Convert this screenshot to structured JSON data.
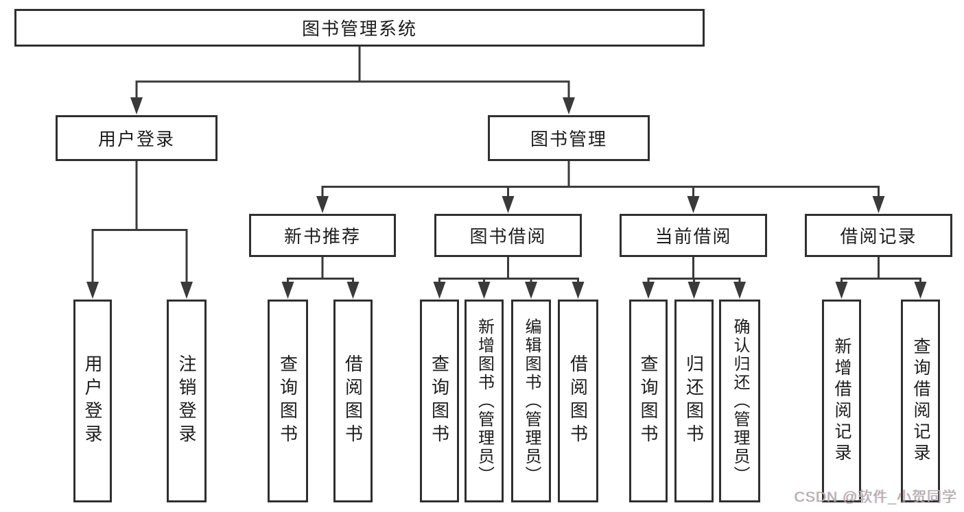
{
  "tree": {
    "root": {
      "label": "图书管理系统"
    },
    "branches": [
      {
        "label": "用户登录",
        "leaves": [
          {
            "label": "用户登录"
          },
          {
            "label": "注销登录"
          }
        ]
      },
      {
        "label": "图书管理",
        "groups": [
          {
            "label": "新书推荐",
            "leaves": [
              {
                "label": "查询图书"
              },
              {
                "label": "借阅图书"
              }
            ]
          },
          {
            "label": "图书借阅",
            "leaves": [
              {
                "label": "查询图书"
              },
              {
                "label": "新增图书（管理员）"
              },
              {
                "label": "编辑图书（管理员）"
              },
              {
                "label": "借阅图书"
              }
            ]
          },
          {
            "label": "当前借阅",
            "leaves": [
              {
                "label": "查询图书"
              },
              {
                "label": "归还图书"
              },
              {
                "label": "确认归还（管理员）"
              }
            ]
          },
          {
            "label": "借阅记录",
            "leaves": [
              {
                "label": "新增借阅记录"
              },
              {
                "label": "查询借阅记录"
              }
            ]
          }
        ]
      }
    ]
  },
  "watermark": "CSDN @软件_小贺同学",
  "colors": {
    "line": "#3a3a3a",
    "box_border": "#2f2f2f",
    "text": "#1c1c1c",
    "watermark": "#b3abaa",
    "background": "#ffffff"
  }
}
